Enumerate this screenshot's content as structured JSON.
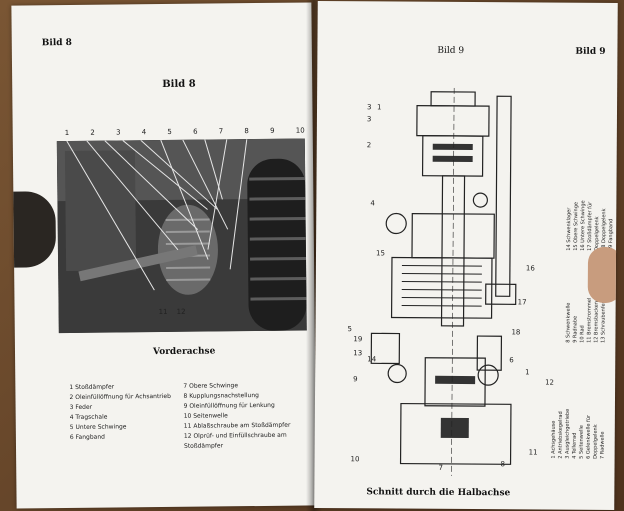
{
  "left_page": {
    "header_label": "Bild 8",
    "figure_title": "Bild 8",
    "number_row": [
      "1",
      "2",
      "3",
      "4",
      "5",
      "6",
      "7",
      "8",
      "9",
      "10"
    ],
    "inline_numbers": [
      "11",
      "12"
    ],
    "caption": "Vorderachse",
    "legend_left": [
      "1 Stoßdämpfer",
      "2 Oleinfüllöffnung für Achsantrieb",
      "3 Feder",
      "4 Tragschale",
      "5 Untere Schwinge",
      "6 Fangband"
    ],
    "legend_right": [
      "7 Obere Schwinge",
      "8 Kupplungsnachstellung",
      "9 Oleinfüllöffnung für Lenkung",
      "10 Seitenwelle",
      "11 Ablaßschraube am Stoßdämpfer",
      "12 Olprüf- und Einfüllschraube am Stoßdämpfer"
    ]
  },
  "right_page": {
    "header_center": "Bild 9",
    "header_right": "Bild 9",
    "caption": "Schnitt durch die Halbachse",
    "diagram_labels": [
      "3",
      "1",
      "3",
      "2",
      "4",
      "15",
      "16",
      "17",
      "5",
      "19",
      "13",
      "14",
      "18",
      "6",
      "9",
      "1",
      "12",
      "10",
      "7",
      "8",
      "11"
    ],
    "vertical_legend_a": [
      "14 Schwenklager",
      "15 Obere Schwinge",
      "16 Untere Schwinge",
      "17 Stoßdämpfer für Doppelgelenk",
      "18 Doppelgelenk",
      "19 Fangband"
    ],
    "vertical_legend_b": [
      "8 Schwenkwelle",
      "9 Radnabe",
      "10 Rad",
      "11 Bremstrommel",
      "12 Bremsbacken",
      "13 Schraubenfeder"
    ],
    "vertical_legend_c": [
      "1 Achsgehäuse",
      "2 Antriebskegelrad",
      "3 Ausgleichgetriebe",
      "4 Tellerrad",
      "5 Seitenwelle",
      "6 Gelenkwelle für Doppelgelenk",
      "7 Radwelle"
    ]
  },
  "colors": {
    "paper": "#f4f3ef",
    "ink": "#111111",
    "table": "#6b4a2e"
  }
}
